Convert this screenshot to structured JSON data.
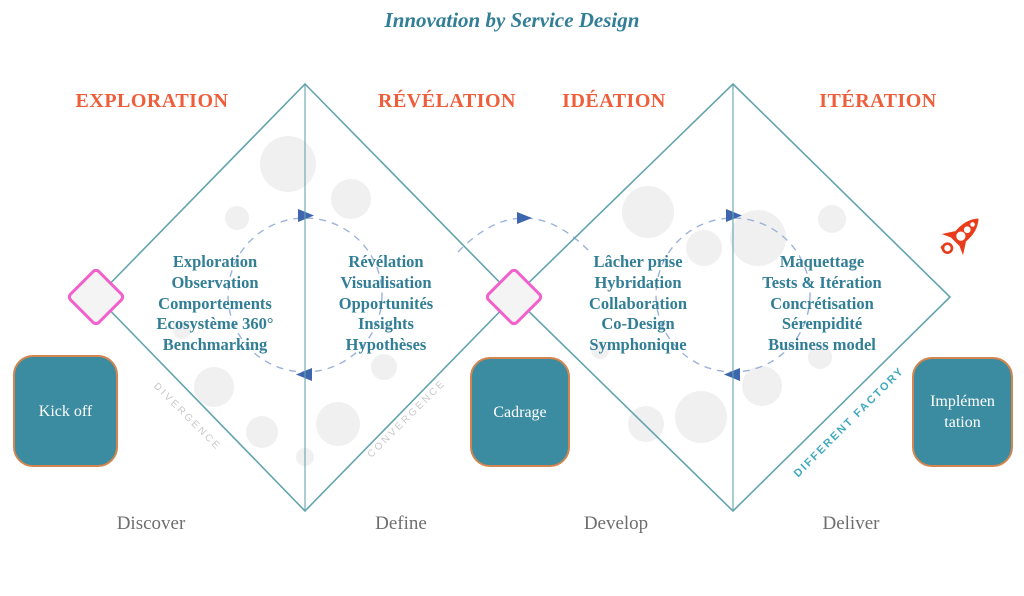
{
  "title": "Innovation by Service Design",
  "phases": [
    "EXPLORATION",
    "RÉVÉLATION",
    "IDÉATION",
    "ITÉRATION"
  ],
  "columns": [
    {
      "lines": [
        "Exploration",
        "Observation",
        "Comportements",
        "Ecosystème 360°",
        "Benchmarking"
      ]
    },
    {
      "lines": [
        "Révélation",
        "Visualisation",
        "Opportunités",
        "Insights",
        "Hypothèses"
      ]
    },
    {
      "lines": [
        "Lâcher prise",
        "Hybridation",
        "Collaboration",
        "Co-Design",
        "Symphonique"
      ]
    },
    {
      "lines": [
        "Maquettage",
        "Tests & Itération",
        "Concrétisation",
        "Sérenpidité",
        "Business model"
      ]
    }
  ],
  "milestones": {
    "kickoff": "Kick off",
    "cadrage": "Cadrage",
    "implementation": "Implémen\ntation"
  },
  "stages": [
    "Discover",
    "Define",
    "Develop",
    "Deliver"
  ],
  "edge_labels": {
    "divergence": "DIVERGENCE",
    "convergence": "CONVERGENCE",
    "different_factory": "DIFFERENT FACTORY"
  },
  "icons": {
    "rocket": "rocket"
  },
  "colors": {
    "teal_text": "#317E96",
    "orange_accent": "#EF5E3B",
    "diamond_stroke": "#64A4AE",
    "box_fill": "#3B8CA0",
    "box_border": "#D2854E",
    "pink": "#F160CB",
    "dashed_blue": "#8CA6D4",
    "arrow_blue": "#3D66AE",
    "gray_label": "#6E6E6E",
    "edge_gray": "#C8C8C8",
    "factory_teal": "#41A9BE",
    "rocket_red": "#E93C1C",
    "circle_gray": "#F0F0F0"
  }
}
